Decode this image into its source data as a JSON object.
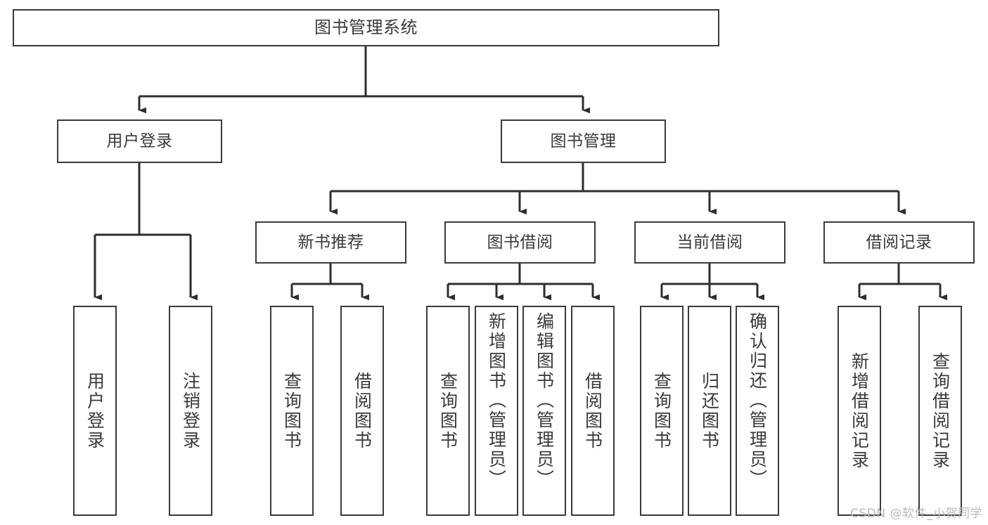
{
  "diagram": {
    "type": "tree",
    "title": "图书管理系统",
    "orientation": "top-down",
    "colors": {
      "box_border": "#3b3b3b",
      "box_fill": "#ffffff",
      "text": "#3a3a3a",
      "edge": "#2e2e2e",
      "watermark": "#b9b9b9",
      "background": "#ffffff"
    },
    "root": {
      "label": "图书管理系统"
    },
    "level2": [
      {
        "label": "用户登录"
      },
      {
        "label": "图书管理"
      }
    ],
    "level3": [
      {
        "label": "新书推荐"
      },
      {
        "label": "图书借阅"
      },
      {
        "label": "当前借阅"
      },
      {
        "label": "借阅记录"
      }
    ],
    "leaves": {
      "user_login": [
        {
          "label": "用户登录"
        },
        {
          "label": "注销登录"
        }
      ],
      "new_book_recommend": [
        {
          "label": "查询图书"
        },
        {
          "label": "借阅图书"
        }
      ],
      "book_borrow": [
        {
          "label": "查询图书"
        },
        {
          "label": "新增图书（管理员）"
        },
        {
          "label": "编辑图书（管理员）"
        },
        {
          "label": "借阅图书"
        }
      ],
      "current_borrow": [
        {
          "label": "查询图书"
        },
        {
          "label": "归还图书"
        },
        {
          "label": "确认归还（管理员）"
        }
      ],
      "borrow_record": [
        {
          "label": "新增借阅记录"
        },
        {
          "label": "查询借阅记录"
        }
      ]
    }
  },
  "watermark": {
    "text": "CSDN @软件_小贺同学"
  }
}
